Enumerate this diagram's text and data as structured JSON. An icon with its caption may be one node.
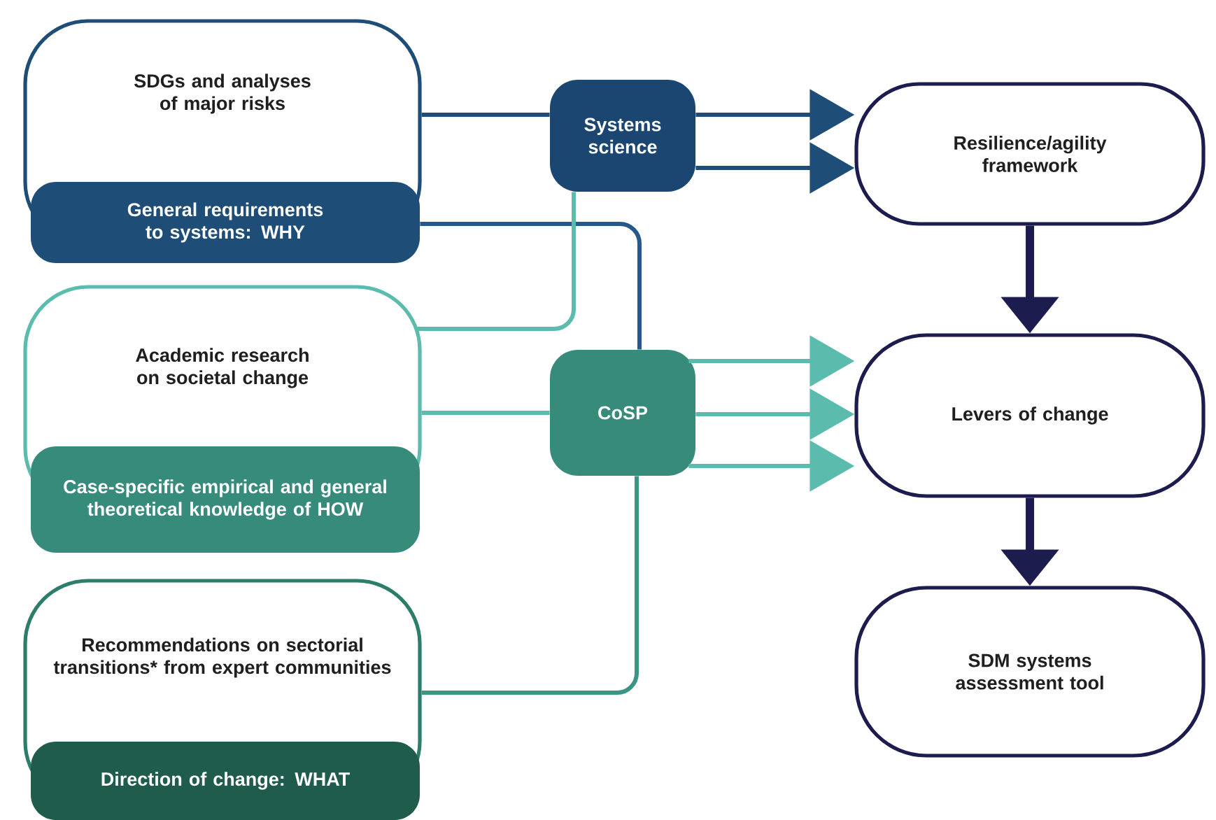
{
  "diagram": {
    "nodes": [
      {
        "text": [
          "SDGs and analyses of major risks"
        ]
      },
      {
        "text": [
          "General requirements to systems: WHY"
        ]
      },
      {
        "text": [
          "Systems science"
        ]
      },
      {
        "text": [
          "Resilience/agility framework"
        ]
      },
      {
        "text": [
          "Academic research on societal change"
        ]
      },
      {
        "text": [
          "Case-specific empirical and general theoretical knowledge of HOW"
        ]
      },
      {
        "text": [
          "CoSP"
        ]
      },
      {
        "text": [
          "Levers of change"
        ]
      },
      {
        "text": [
          "Recommendations on sectorial transitions* from expert communities"
        ]
      },
      {
        "text": [
          "Direction of change: WHAT"
        ]
      },
      {
        "text": [
          "SDM systems assessment tool"
        ]
      }
    ],
    "edges": [
      {
        "from": 0,
        "to": 2,
        "arrow": "none",
        "color": "#1e4d78"
      },
      {
        "from": 1,
        "to": 6,
        "arrow": "none",
        "color": "#24598a"
      },
      {
        "from": 4,
        "to": 2,
        "arrow": "none",
        "color": "#5bbcae"
      },
      {
        "from": 4,
        "to": 6,
        "arrow": "none",
        "color": "#5bbcae"
      },
      {
        "from": 8,
        "to": 6,
        "arrow": "none",
        "color": "#3a9582"
      },
      {
        "from": 2,
        "to": 3,
        "arrow": "to",
        "color": "#1e4d78"
      },
      {
        "from": 2,
        "to": 3,
        "arrow": "to",
        "color": "#1e4d78"
      },
      {
        "from": 6,
        "to": 7,
        "arrow": "to",
        "color": "#5bbcae"
      },
      {
        "from": 6,
        "to": 7,
        "arrow": "to",
        "color": "#5bbcae"
      },
      {
        "from": 6,
        "to": 7,
        "arrow": "to",
        "color": "#5bbcae"
      },
      {
        "from": 3,
        "to": 7,
        "arrow": "to",
        "style": "thick",
        "color": "#1c1c4e"
      },
      {
        "from": 7,
        "to": 10,
        "arrow": "to",
        "style": "thick",
        "color": "#1c1c4e"
      }
    ]
  }
}
